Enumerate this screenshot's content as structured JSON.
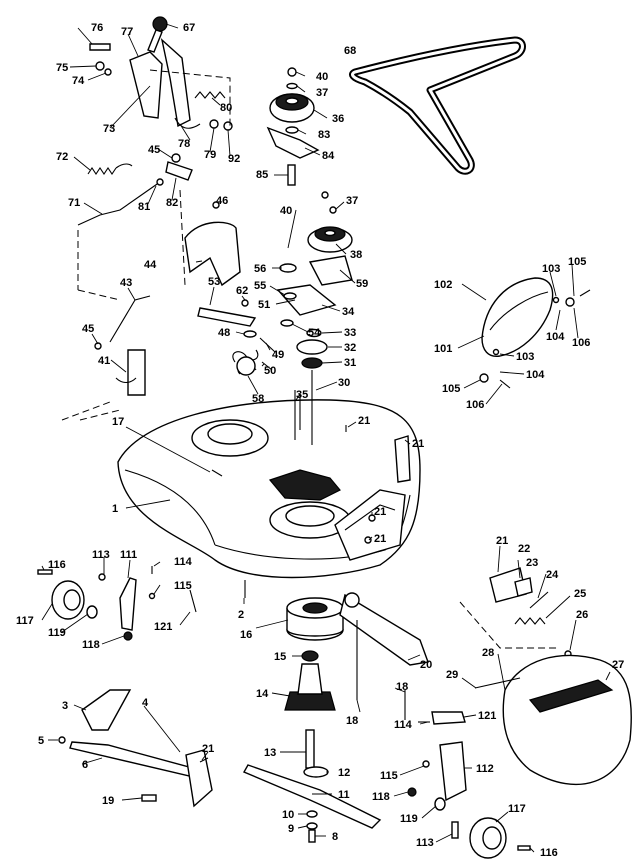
{
  "diagram": {
    "labels": {
      "p1": "1",
      "p2": "2",
      "p3": "3",
      "p4": "4",
      "p5": "5",
      "p6": "6",
      "p8": "8",
      "p9": "9",
      "p10": "10",
      "p11": "11",
      "p12": "12",
      "p13": "13",
      "p14": "14",
      "p15": "15",
      "p16": "16",
      "p17": "17",
      "p18a": "18",
      "p18b": "18",
      "p19": "19",
      "p20": "20",
      "p21a": "21",
      "p21b": "21",
      "p21c": "21",
      "p21d": "21",
      "p21e": "21",
      "p21f": "21",
      "p22": "22",
      "p23": "23",
      "p24": "24",
      "p25": "25",
      "p26": "26",
      "p27": "27",
      "p28": "28",
      "p29": "29",
      "p30": "30",
      "p31": "31",
      "p32": "32",
      "p33": "33",
      "p34": "34",
      "p35": "35",
      "p36": "36",
      "p37a": "37",
      "p37b": "37",
      "p38": "38",
      "p40a": "40",
      "p40b": "40",
      "p41": "41",
      "p43": "43",
      "p44": "44",
      "p45a": "45",
      "p45b": "45",
      "p46": "46",
      "p48": "48",
      "p49": "49",
      "p50": "50",
      "p51": "51",
      "p53": "53",
      "p54": "54",
      "p55": "55",
      "p56": "56",
      "p58": "58",
      "p59": "59",
      "p62": "62",
      "p67": "67",
      "p68": "68",
      "p71": "71",
      "p72": "72",
      "p73": "73",
      "p74": "74",
      "p75": "75",
      "p76": "76",
      "p77": "77",
      "p78": "78",
      "p79": "79",
      "p80": "80",
      "p81": "81",
      "p82": "82",
      "p83": "83",
      "p84": "84",
      "p85": "85",
      "p92": "92",
      "p101": "101",
      "p102": "102",
      "p103a": "103",
      "p103b": "103",
      "p104a": "104",
      "p104b": "104",
      "p105a": "105",
      "p105b": "105",
      "p106a": "106",
      "p106b": "106",
      "p111": "111",
      "p112": "112",
      "p113a": "113",
      "p113b": "113",
      "p114a": "114",
      "p114b": "114",
      "p115a": "115",
      "p115b": "115",
      "p116a": "116",
      "p116b": "116",
      "p117a": "117",
      "p117b": "117",
      "p118a": "118",
      "p118b": "118",
      "p119a": "119",
      "p119b": "119",
      "p121a": "121",
      "p121b": "121"
    }
  }
}
